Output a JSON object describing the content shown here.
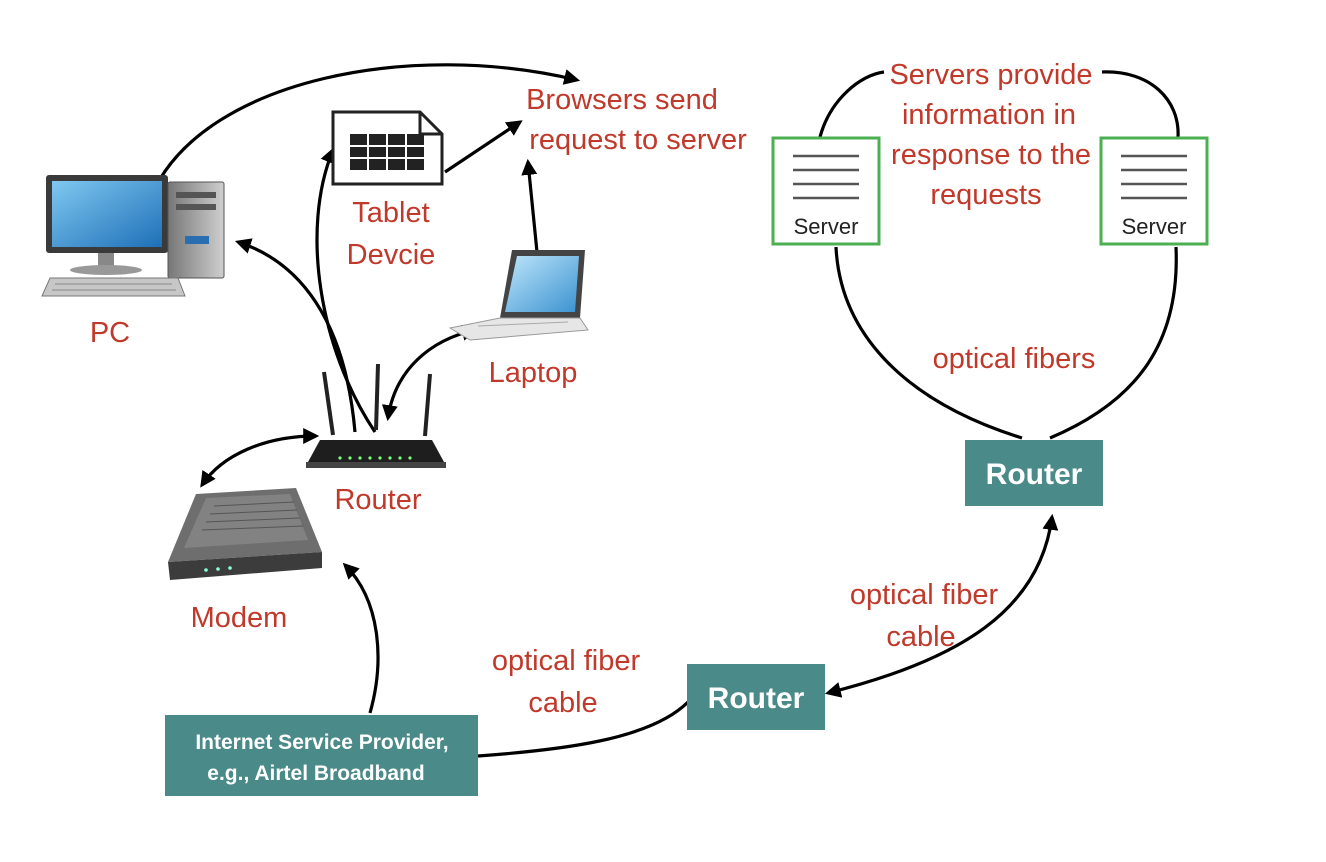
{
  "labels": {
    "pc": "PC",
    "tablet_line1": "Tablet",
    "tablet_line2": "Devcie",
    "laptop": "Laptop",
    "router_home": "Router",
    "modem": "Modem",
    "browsers_line1": "Browsers send",
    "browsers_line2": "request to server",
    "servers_line1": "Servers provide",
    "servers_line2": "information in",
    "servers_line3": "response to the",
    "servers_line4": "requests",
    "optical_fibers": "optical fibers",
    "fiber_cable_a_line1": "optical fiber",
    "fiber_cable_a_line2": "cable",
    "fiber_cable_b_line1": "optical fiber",
    "fiber_cable_b_line2": "cable"
  },
  "servers": [
    "Server",
    "Server"
  ],
  "router_boxes": [
    "Router",
    "Router"
  ],
  "isp_box": {
    "line1": "Internet Service Provider,",
    "line2": "e.g., Airtel Broadband"
  },
  "colors": {
    "label_red": "#c0392b",
    "box_teal": "#4a8a89",
    "server_border": "#4caf50"
  }
}
